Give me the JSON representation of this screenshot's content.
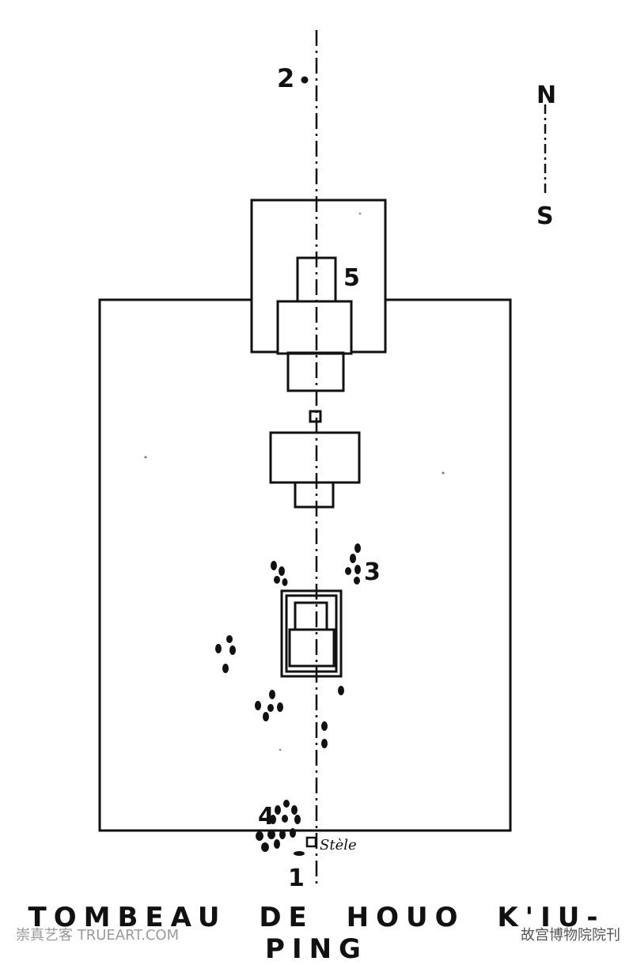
{
  "caption": "TOMBEAU DE HOUO K'IU-PING",
  "compass": {
    "north": "N",
    "south": "S"
  },
  "markers": [
    "1",
    "2",
    "3",
    "4",
    "5"
  ],
  "stele_label": "Stèle",
  "watermarks": {
    "left": "崇真艺客 TRUEART.COM",
    "right": "故宫博物院院刊"
  },
  "colors": {
    "ink": "#111111",
    "paper": "#ffffff",
    "watermark": "#9a9a9a"
  }
}
